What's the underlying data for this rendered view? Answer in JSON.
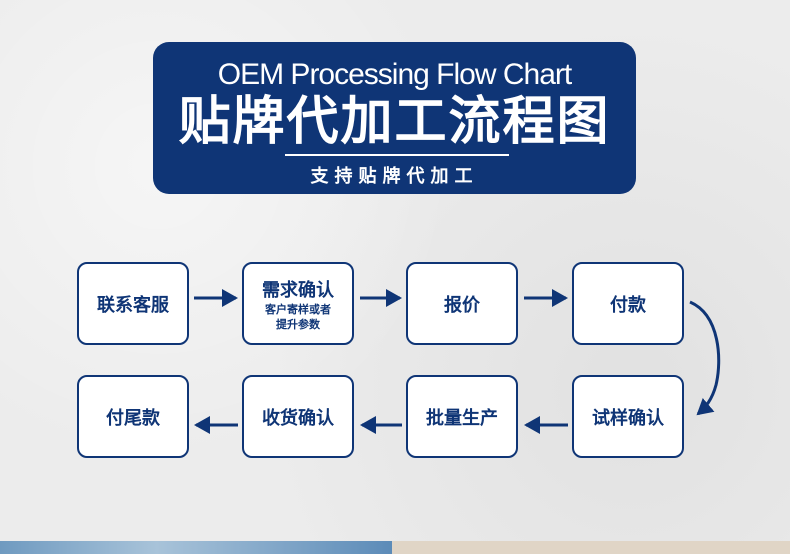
{
  "header": {
    "title_en": "OEM Processing Flow Chart",
    "title_cn": "贴牌代加工流程图",
    "subtitle": "支持贴牌代加工"
  },
  "colors": {
    "primary": "#0f3576",
    "box_fill": "#ffffff",
    "background": "#ececec"
  },
  "steps": [
    {
      "label": "联系客服"
    },
    {
      "label": "需求确认",
      "note": "客户寄样或者提升参数"
    },
    {
      "label": "报价"
    },
    {
      "label": "付款"
    },
    {
      "label": "试样确认"
    },
    {
      "label": "批量生产"
    },
    {
      "label": "收货确认"
    },
    {
      "label": "付尾款"
    }
  ]
}
